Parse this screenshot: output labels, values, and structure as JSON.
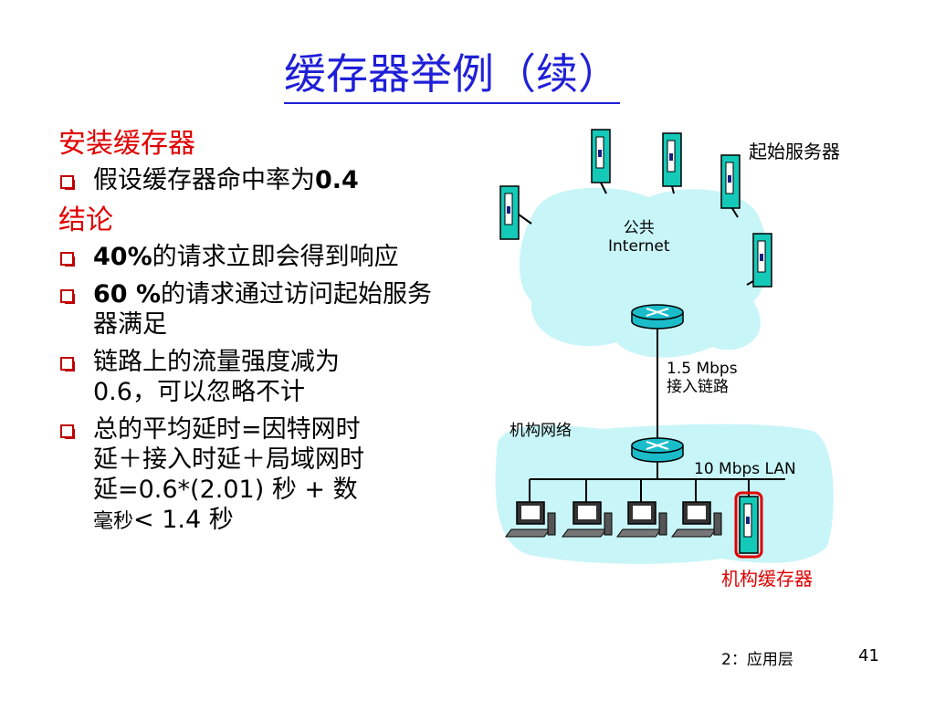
{
  "title": "缓存器举例（续）",
  "left": {
    "heading_install": "安装缓存器",
    "bullet_hit_rate_text": "假设缓存器命中率为",
    "bullet_hit_rate_value": "0.4",
    "heading_conclusion": "结论",
    "bullet_40_num": "40%",
    "bullet_40_text": "的请求立即会得到响应",
    "bullet_60_num": "60 %",
    "bullet_60_text": "的请求通过访问起始服务器满足",
    "bullet_link_line1": "链路上的流量强度减为",
    "bullet_link_line2": "0.6，可以忽略不计",
    "bullet_delay_line1": "总的平均延时=因特网时",
    "bullet_delay_line2": "延＋接入时延＋局域网时",
    "bullet_delay_line3a": "延=0.6*(2.01) 秒  + ",
    "bullet_delay_line3b": "数",
    "bullet_delay_line4a": "毫秒",
    "bullet_delay_line4b": "< 1.4 秒"
  },
  "diagram": {
    "origin_servers": "起始服务器",
    "public_internet_line1": "公共",
    "public_internet_line2": "Internet",
    "access_link_line1": "1.5 Mbps",
    "access_link_line2": "接入链路",
    "institutional_network": "机构网络",
    "lan": "10 Mbps LAN",
    "institutional_cache": "机构缓存器",
    "colors": {
      "cloud": "#c8f5f8",
      "server_teal": "#15c9b8",
      "router": "#1bbcc9",
      "cache_border": "#e00000"
    }
  },
  "footer": {
    "chapter": "2：应用层",
    "page": "41"
  }
}
